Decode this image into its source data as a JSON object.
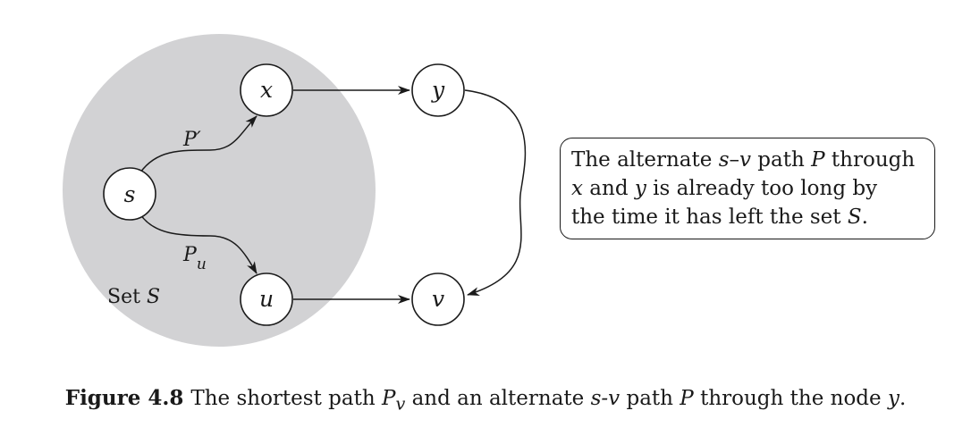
{
  "nodes": {
    "s": "s",
    "x": "x",
    "y": "y",
    "u": "u",
    "v": "v"
  },
  "set_label": {
    "prefix": "Set ",
    "name": "S"
  },
  "path_labels": {
    "p_prime": "P′",
    "p_u_main": "P",
    "p_u_sub": "u"
  },
  "callout": {
    "t1": "The alternate ",
    "s": "s",
    "dash": "–",
    "v": "v",
    "t2": " path ",
    "P": "P",
    "t3": " through",
    "x": "x",
    "t4": " and ",
    "y": "y",
    "t5": " is already too long by",
    "t6": "the time it has left the set ",
    "S": "S",
    "t7": "."
  },
  "caption": {
    "figure": "Figure 4.8",
    "t1": "The shortest path ",
    "P": "P",
    "v_sub": "v",
    "t2": " and an alternate ",
    "sv": "s-v",
    "t3": " path ",
    "P2": "P",
    "t4": " through the node ",
    "y": "y",
    "t5": "."
  },
  "colors": {
    "set_fill": "#d2d2d4",
    "ink": "#1a1a1a"
  }
}
